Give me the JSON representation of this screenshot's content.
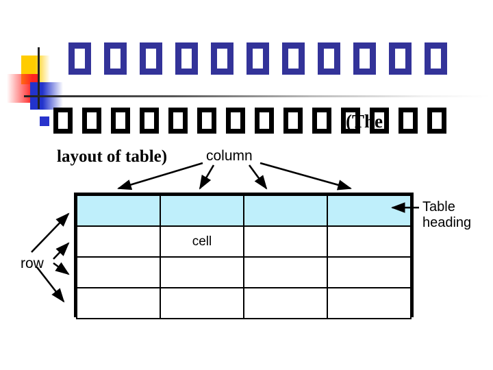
{
  "slide": {
    "title_glyph_count": 11,
    "title_glyph_note": "unrenderable-cjk-glyphs",
    "subtitle_glyph_count": 14,
    "subtitle_overlay_text": "(The",
    "labels": {
      "layout_of_table": "layout of table)",
      "column": "column",
      "row": "row",
      "table_heading": "Table\nheading"
    }
  },
  "table": {
    "columns": 4,
    "rows": 4,
    "heading_row_index": 0,
    "heading_fill": "#BFEFFB",
    "border_color": "#000000",
    "cells": [
      [
        "",
        "",
        "",
        ""
      ],
      [
        "",
        "cell",
        "",
        ""
      ],
      [
        "",
        "",
        "",
        ""
      ],
      [
        "",
        "",
        "",
        ""
      ]
    ]
  },
  "colors": {
    "title_glyph": "#333399",
    "subtitle_glyph": "#000000",
    "logo_yellow": "#FFCC00",
    "logo_red": "#FF2222",
    "logo_blue": "#2233CC",
    "bullet": "#2833CC",
    "heading_fill": "#BFEFFB"
  },
  "icons": {
    "bullet": "square-bullet-icon",
    "logo": "decorative-logo-icon",
    "arrow_column": "arrow-down-icon",
    "arrow_row": "arrow-right-icon",
    "arrow_heading": "arrow-left-icon"
  }
}
